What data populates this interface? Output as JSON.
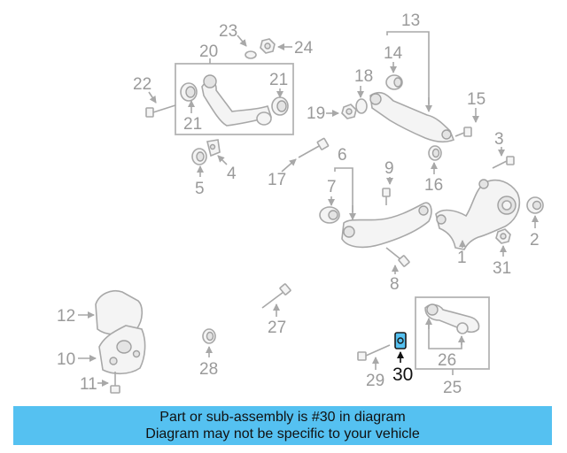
{
  "callouts": {
    "n1": "1",
    "n2": "2",
    "n3": "3",
    "n4": "4",
    "n5": "5",
    "n6": "6",
    "n7": "7",
    "n8": "8",
    "n9": "9",
    "n10": "10",
    "n11": "11",
    "n12": "12",
    "n13": "13",
    "n14": "14",
    "n15": "15",
    "n16": "16",
    "n17": "17",
    "n18": "18",
    "n19": "19",
    "n20": "20",
    "n21a": "21",
    "n21b": "21",
    "n22": "22",
    "n23": "23",
    "n24": "24",
    "n25": "25",
    "n26": "26",
    "n27": "27",
    "n28": "28",
    "n29": "29",
    "n30": "30",
    "n31": "31"
  },
  "highlight": {
    "part_number": "30",
    "color": "#55c1f1"
  },
  "banner": {
    "line1": "Part or sub-assembly is #30 in diagram",
    "line2": "Diagram may not be specific to your vehicle",
    "color": "#55c1f1"
  }
}
